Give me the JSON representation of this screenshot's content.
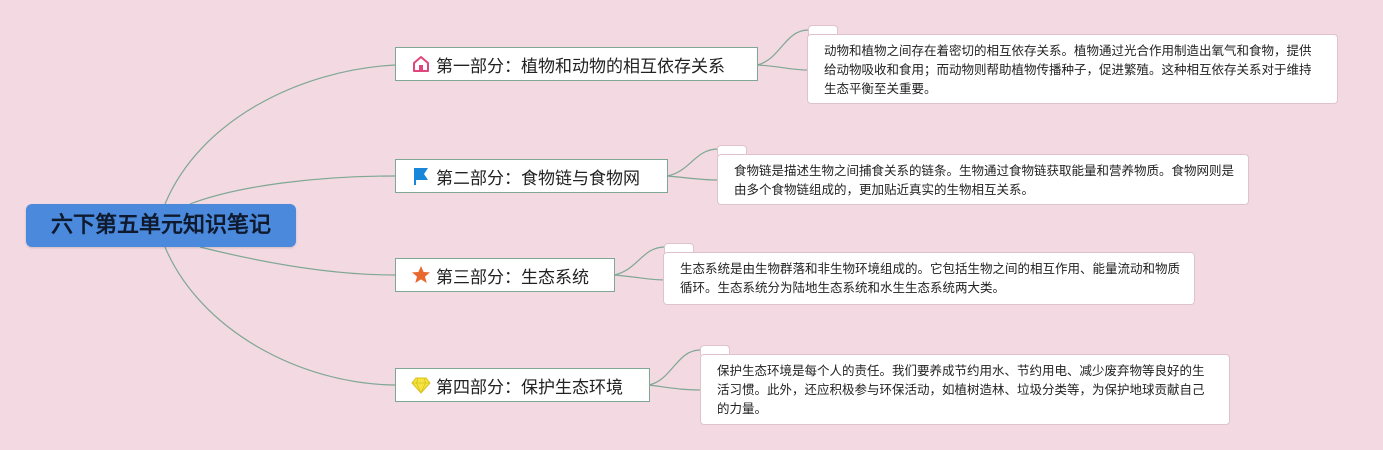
{
  "root": {
    "title": "六下第五单元知识笔记"
  },
  "branches": [
    {
      "label": "第一部分：植物和动物的相互依存关系",
      "icon": "home-icon",
      "note": "动物和植物之间存在着密切的相互依存关系。植物通过光合作用制造出氧气和食物，提供给动物吸收和食用；而动物则帮助植物传播种子，促进繁殖。这种相互依存关系对于维持生态平衡至关重要。"
    },
    {
      "label": "第二部分：食物链与食物网",
      "icon": "flag-icon",
      "note": "食物链是描述生物之间捕食关系的链条。生物通过食物链获取能量和营养物质。食物网则是由多个食物链组成的，更加贴近真实的生物相互关系。"
    },
    {
      "label": "第三部分：生态系统",
      "icon": "star-icon",
      "note": "生态系统是由生物群落和非生物环境组成的。它包括生物之间的相互作用、能量流动和物质循环。生态系统分为陆地生态系统和水生生态系统两大类。"
    },
    {
      "label": "第四部分：保护生态环境",
      "icon": "diamond-icon",
      "note": "保护生态环境是每个人的责任。我们要养成节约用水、节约用电、减少废弃物等良好的生活习惯。此外，还应积极参与环保活动，如植树造林、垃圾分类等，为保护地球贡献自己的力量。"
    }
  ],
  "colors": {
    "background": "#f2d9e2",
    "root": "#4a89dc",
    "line": "#7fa793",
    "home_icon": "#e0457b",
    "flag_icon": "#1a86d9",
    "star_icon": "#e8692d",
    "diamond_icon": "#f5e342"
  }
}
